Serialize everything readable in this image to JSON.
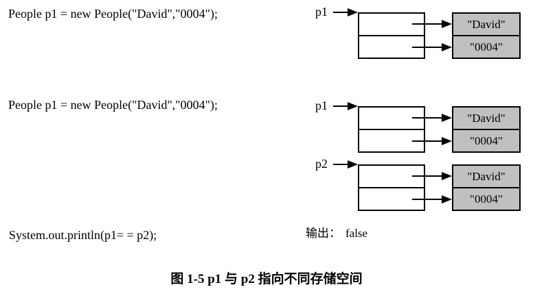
{
  "code": {
    "line1": "People p1 = new People(\"David\",\"0004\");",
    "line2": "People p1 = new People(\"David\",\"0004\");",
    "line3": "System.out.println(p1= = p2);"
  },
  "output": {
    "label": "输出：",
    "value": "false"
  },
  "caption": "图 1-5 p1 与 p2 指向不同存储空间",
  "diagrams": [
    {
      "pointer": "p1",
      "fields": [
        "\"David\"",
        "\"0004\""
      ]
    },
    {
      "pointer": "p1",
      "fields": [
        "\"David\"",
        "\"0004\""
      ]
    },
    {
      "pointer": "p2",
      "fields": [
        "\"David\"",
        "\"0004\""
      ]
    }
  ],
  "colors": {
    "background": "#ffffff",
    "line": "#000000",
    "text": "#000000",
    "value_box_fill": "#c0c0c0"
  }
}
